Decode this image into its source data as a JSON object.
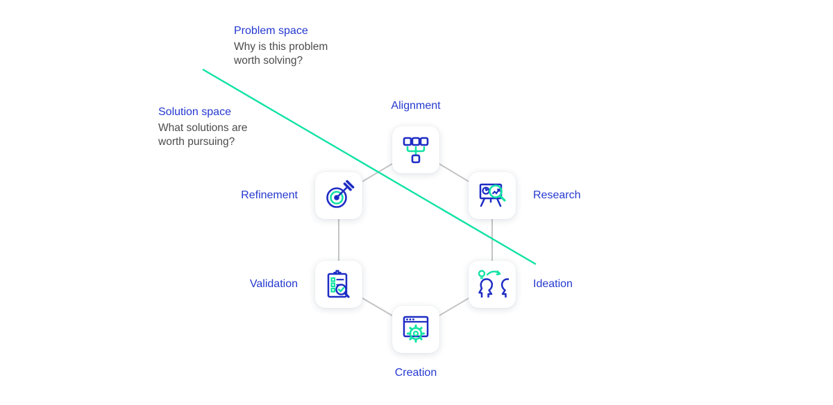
{
  "annotations": {
    "problem": {
      "title": "Problem space",
      "line1": "Why is this problem",
      "line2": "worth solving?"
    },
    "solution": {
      "title": "Solution space",
      "line1": "What solutions are",
      "line2": "worth pursuing?"
    }
  },
  "nodes": [
    {
      "id": "alignment",
      "label": "Alignment",
      "icon": "org-hierarchy-icon"
    },
    {
      "id": "research",
      "label": "Research",
      "icon": "presentation-board-magnifier-icon"
    },
    {
      "id": "ideation",
      "label": "Ideation",
      "icon": "two-heads-lightbulb-icon"
    },
    {
      "id": "creation",
      "label": "Creation",
      "icon": "browser-gear-icon"
    },
    {
      "id": "validation",
      "label": "Validation",
      "icon": "clipboard-checklist-magnifier-icon"
    },
    {
      "id": "refinement",
      "label": "Refinement",
      "icon": "target-dart-icon"
    }
  ],
  "colors": {
    "label_blue": "#2438cf",
    "icon_blue": "#1e2cc4",
    "teal": "#12e2a4",
    "connector_gray": "#c4c4c4",
    "text_gray": "#4b4b4b",
    "card_background": "#ffffff"
  }
}
